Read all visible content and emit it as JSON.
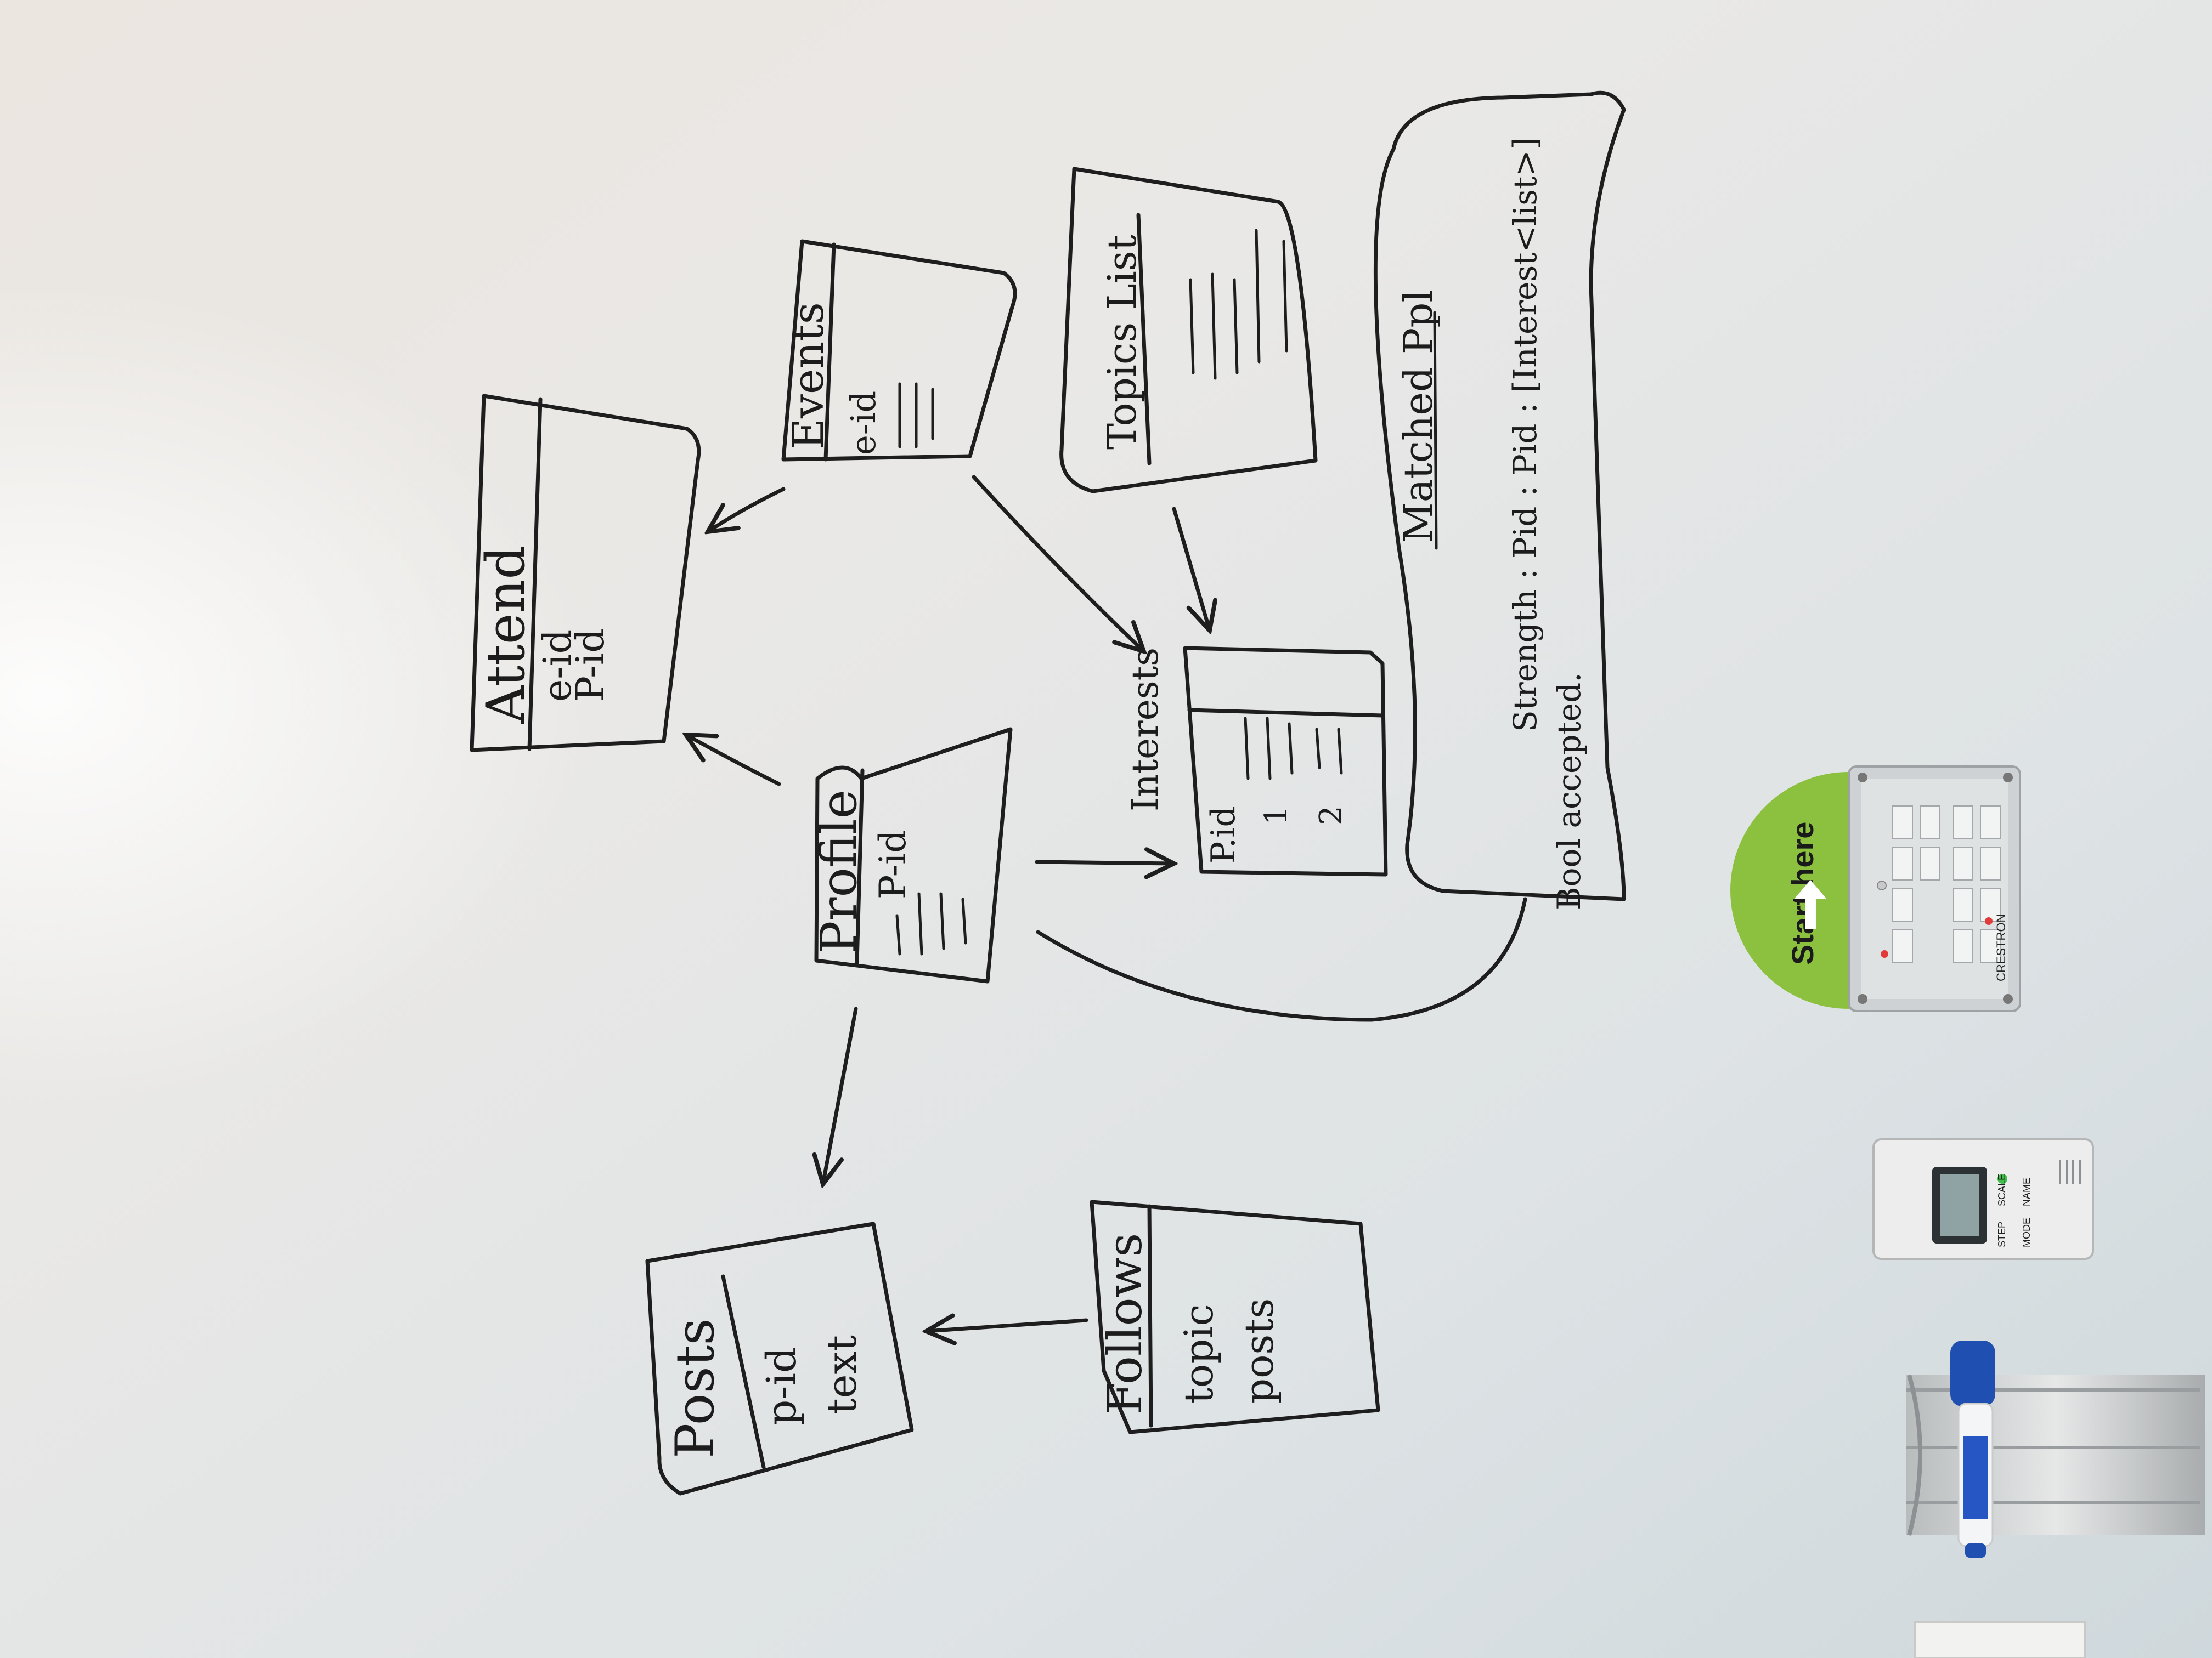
{
  "whiteboard": {
    "tables": [
      {
        "id": "attend",
        "title": "Attend",
        "fields": [
          "e-id",
          "P-id"
        ]
      },
      {
        "id": "events",
        "title": "Events",
        "fields": [
          "e-id"
        ]
      },
      {
        "id": "topics-list",
        "title": "Topics List",
        "fields": []
      },
      {
        "id": "profile",
        "title": "Profile",
        "fields": [
          "P-id"
        ]
      },
      {
        "id": "interests",
        "title": "Interests",
        "fields": [
          "P.id",
          "1",
          "2"
        ]
      },
      {
        "id": "posts",
        "title": "Posts",
        "fields": [
          "p-id",
          "text"
        ]
      },
      {
        "id": "follows",
        "title": "Follows",
        "fields": [
          "topic",
          "posts"
        ]
      }
    ],
    "matched": {
      "title": "Matched Ppl",
      "lines": [
        "Strength : Pid : Pid : [Interest<list>]",
        "Bool accepted."
      ]
    }
  },
  "wall": {
    "sticker": {
      "label": "Start here",
      "color": "#8cc03f"
    },
    "panel": {
      "brand": "CRESTRON"
    },
    "thermostat": {
      "labels": [
        "SCALE",
        "NAME",
        "STEP",
        "MODE"
      ]
    },
    "marker": {
      "color": "#1f4fb0"
    }
  }
}
